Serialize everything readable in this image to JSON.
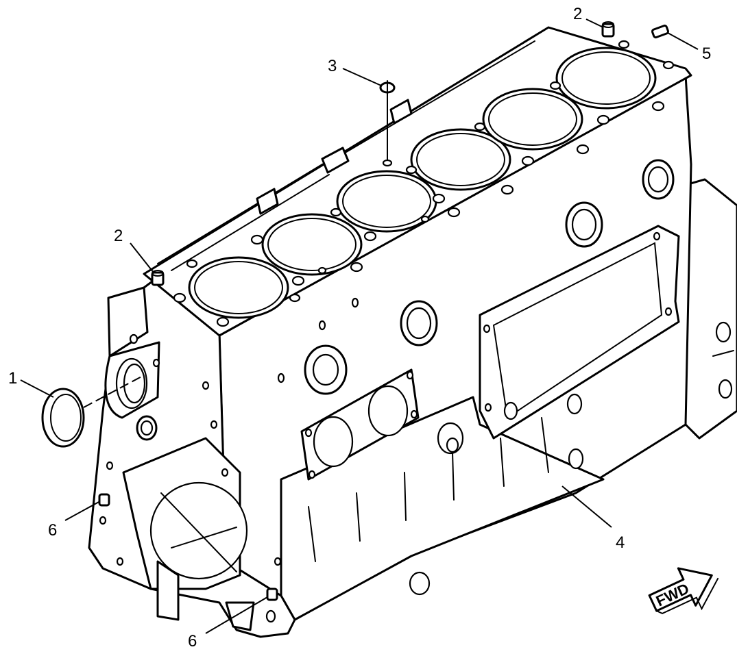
{
  "callouts": [
    {
      "id": "c1",
      "label": "1"
    },
    {
      "id": "c2a",
      "label": "2"
    },
    {
      "id": "c2b",
      "label": "2"
    },
    {
      "id": "c3",
      "label": "3"
    },
    {
      "id": "c4",
      "label": "4"
    },
    {
      "id": "c5",
      "label": "5"
    },
    {
      "id": "c6a",
      "label": "6"
    },
    {
      "id": "c6b",
      "label": "6"
    }
  ],
  "direction_arrow": {
    "label": "FWD"
  },
  "colors": {
    "ink": "#000000",
    "paper": "#ffffff"
  }
}
